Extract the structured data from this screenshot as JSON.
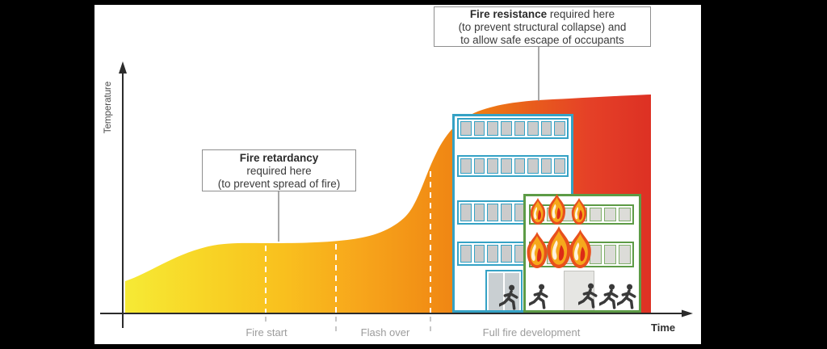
{
  "figure": {
    "type": "fire-development-diagram",
    "description": "Schematic of temperature rise over time during a fire, with phases and protection requirements"
  },
  "axes": {
    "y_label": "Temperature",
    "x_label": "Time"
  },
  "phases": [
    {
      "label": "Fire start"
    },
    {
      "label": "Flash over"
    },
    {
      "label": "Full fire development"
    }
  ],
  "callouts": {
    "retardancy": {
      "title": "Fire retardancy",
      "line2": "required here",
      "line3": "(to prevent spread of fire)"
    },
    "resistance": {
      "title": "Fire resistance",
      "title_suffix": " required here",
      "line2": "(to prevent structural collapse) and",
      "line3": "to allow safe escape of occupants"
    }
  },
  "chart_data": {
    "type": "area",
    "xlabel": "Time",
    "ylabel": "Temperature",
    "x_phase_markers": [
      "Fire start",
      "Flash over",
      "Full fire development"
    ],
    "curve_shape": [
      {
        "phase": "ignition",
        "trend": "slow rise to low plateau"
      },
      {
        "phase": "fire start to flash over",
        "trend": "flat low plateau"
      },
      {
        "phase": "flash over",
        "trend": "steep rise"
      },
      {
        "phase": "full fire development",
        "trend": "high plateau, slowly rising"
      }
    ]
  },
  "colors": {
    "frame": "#000000",
    "canvas": "#ffffff",
    "gradient_start_yellow": "#F6EA35",
    "gradient_mid_orange": "#F29015",
    "gradient_end_red": "#DD3124",
    "blue_building_outline": "#35A2C5",
    "green_building_outline": "#5D9B46",
    "flame_orange": "#F6A81C",
    "flame_red": "#DC2B16",
    "phase_label_gray": "#9c9c9c"
  }
}
